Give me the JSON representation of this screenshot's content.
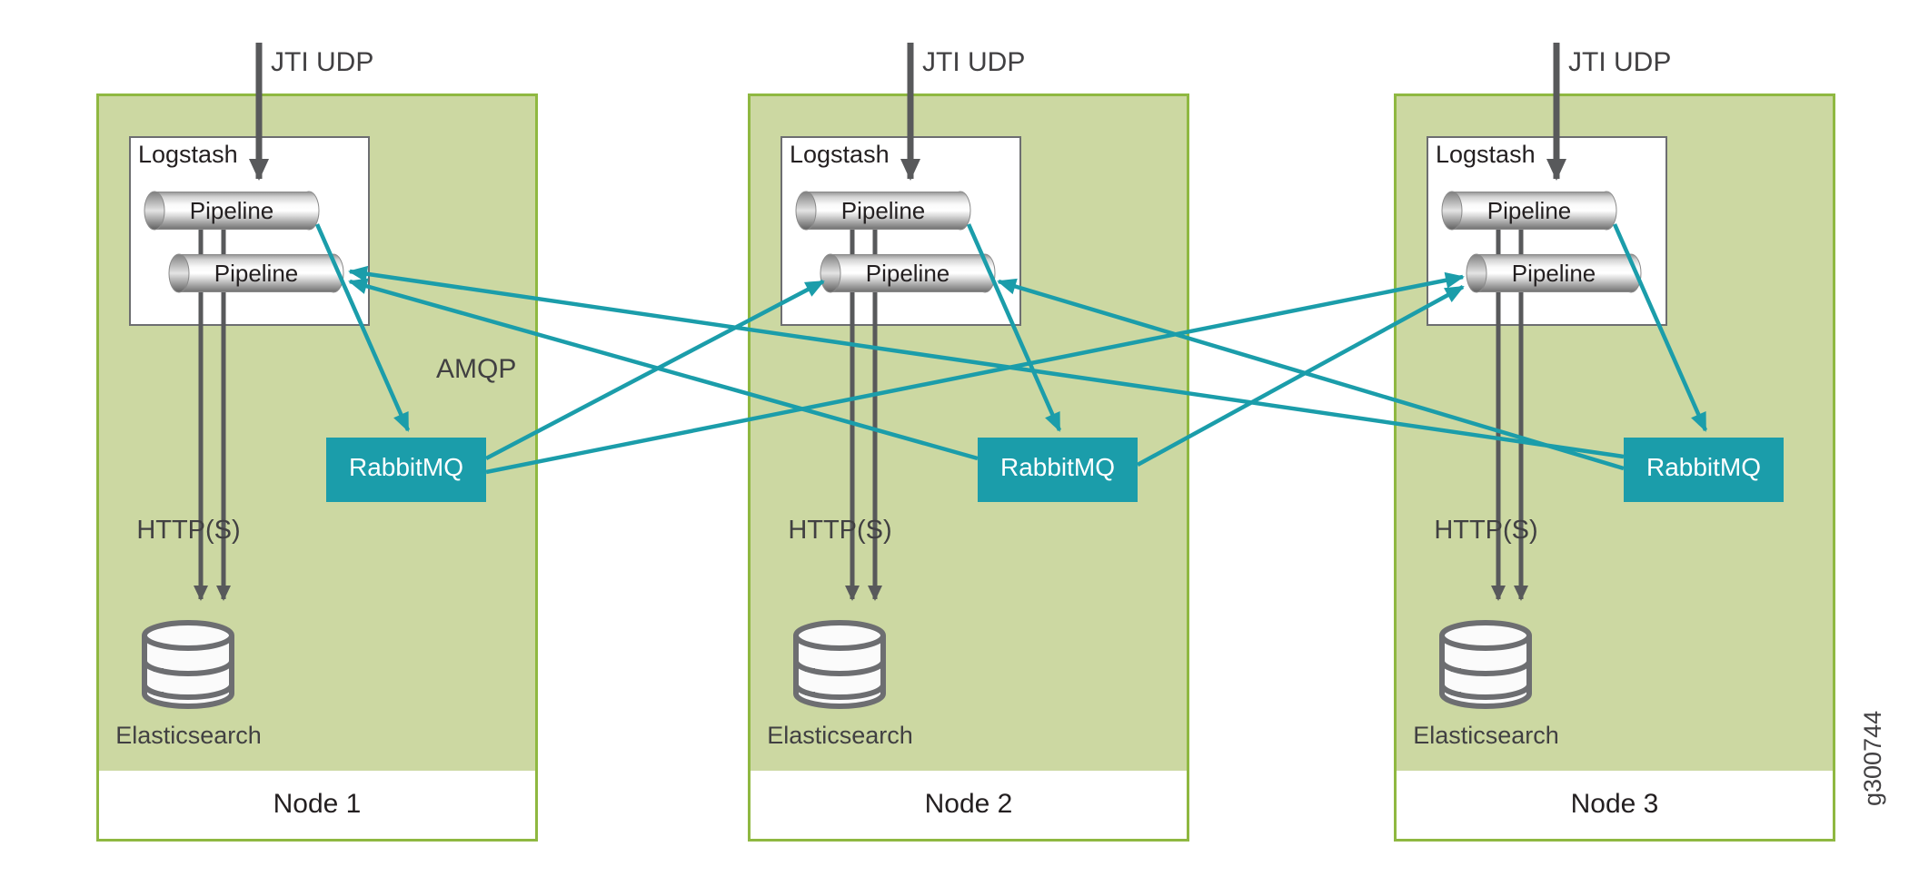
{
  "figure": {
    "id": "g300744"
  },
  "annotations": {
    "amqp": "AMQP"
  },
  "nodes": [
    {
      "name": "Node 1",
      "logstash": "Logstash",
      "pipeline_top": "Pipeline",
      "pipeline_bottom": "Pipeline",
      "rabbitmq": "RabbitMQ",
      "elasticsearch": "Elasticsearch",
      "jti": "JTI UDP",
      "http": "HTTP(S)"
    },
    {
      "name": "Node 2",
      "logstash": "Logstash",
      "pipeline_top": "Pipeline",
      "pipeline_bottom": "Pipeline",
      "rabbitmq": "RabbitMQ",
      "elasticsearch": "Elasticsearch",
      "jti": "JTI UDP",
      "http": "HTTP(S)"
    },
    {
      "name": "Node 3",
      "logstash": "Logstash",
      "pipeline_top": "Pipeline",
      "pipeline_bottom": "Pipeline",
      "rabbitmq": "RabbitMQ",
      "elasticsearch": "Elasticsearch",
      "jti": "JTI UDP",
      "http": "HTTP(S)"
    }
  ],
  "colors": {
    "node_fill": "#ccd8a2",
    "node_border": "#8fb841",
    "teal_accent": "#1b9daa",
    "dark_gray": "#58595b",
    "text": "#414042"
  }
}
